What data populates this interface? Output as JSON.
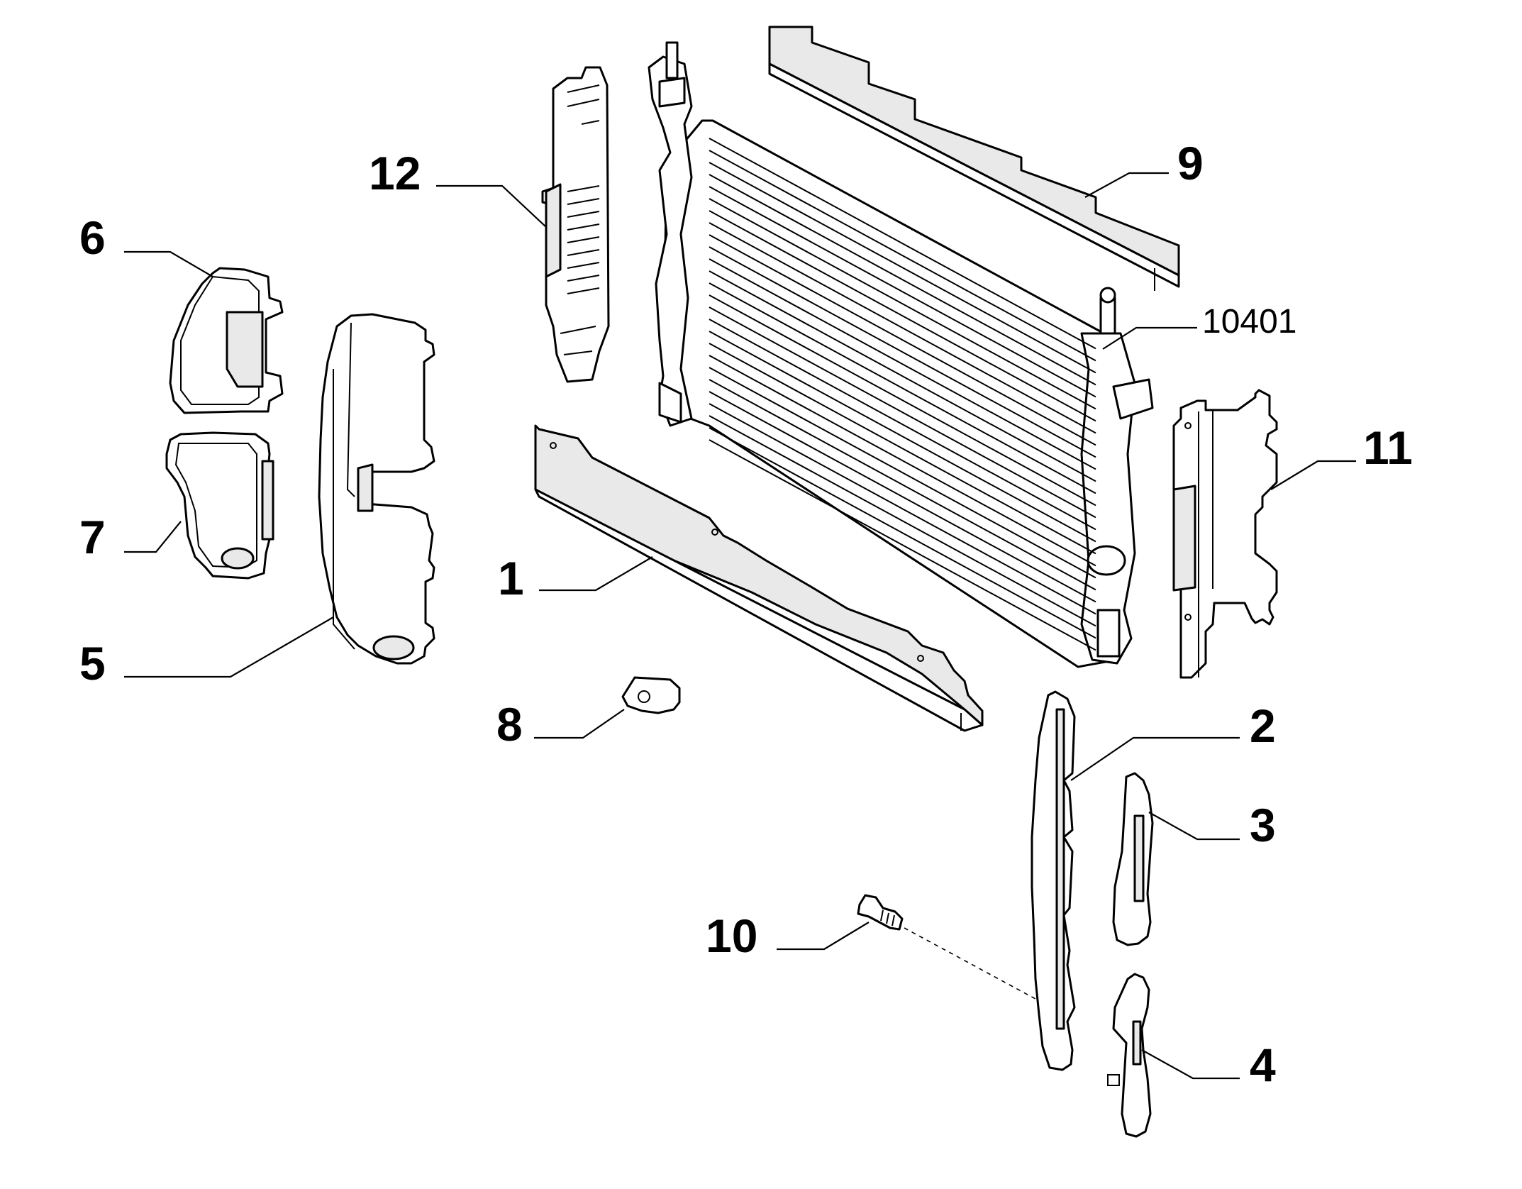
{
  "labels": {
    "part_1": "1",
    "part_2": "2",
    "part_3": "3",
    "part_4": "4",
    "part_5": "5",
    "part_6": "6",
    "part_7": "7",
    "part_8": "8",
    "part_9": "9",
    "part_10": "10",
    "part_11": "11",
    "part_12": "12",
    "code": "10401"
  }
}
